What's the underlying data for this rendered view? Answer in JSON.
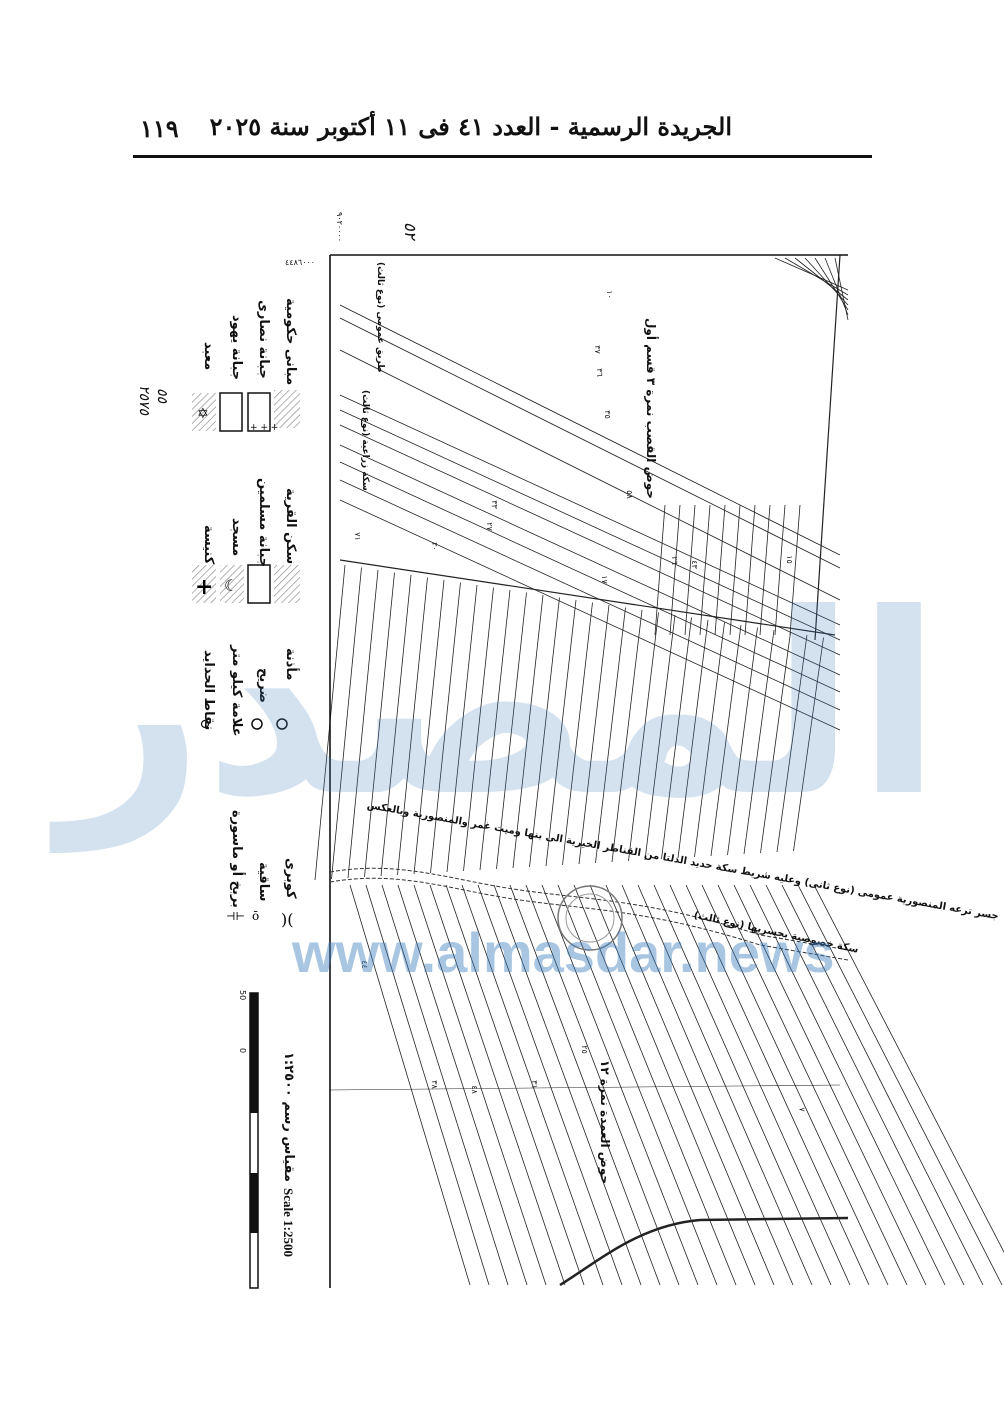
{
  "header": {
    "page_number": "١١٩",
    "title": "الجريدة الرسمية - العدد ٤١ فى ١١ أكتوبر سنة ٢٠٢٥"
  },
  "legend": {
    "government_buildings": "مبانى حكومية",
    "christian_cemetery": "جبانة نصارى",
    "jewish_cemetery": "جبانة يهود",
    "temple": "معبد",
    "village_housing": "سكن القرية",
    "muslim_cemetery": "جبانة مسلمين",
    "mosque": "مسجد",
    "church": "كنيسة",
    "minaret": "مأذنة",
    "shrine": "ضريح",
    "kilometer_mark": "علامة كيلو متر",
    "boundary_points": "نقاط الحدايد",
    "bridge": "كوبرى",
    "waterwheel": "ساقية",
    "culvert": "بربخ أو ماسورة"
  },
  "scale": {
    "arabic_label": "مقياس رسم ١:٢٥٠٠",
    "english_label": "Scale 1:2500",
    "bar_start": "0",
    "bar_end": "50"
  },
  "annotations": {
    "handwritten_ref_top": "٥٥",
    "handwritten_ref_bottom": "٢٥٧٥",
    "handwritten_map": "٥٢",
    "coord_north": "٩٠٢٠٠٠٠",
    "coord_east": "٤٤٨٦٠٠٠"
  },
  "map_labels": {
    "basin_1": "حوض القصب نمرة ٣ قسم أول",
    "basin_2": "حوض العمدة نمرة ١٢",
    "canal_bank": "جسر ترعه المنصورية عمومى (نوع ثانى) وعليه شريط سكة حديد الدلتا من القناطر الخيرية الى بنها وميت غمر والمنصورية وبالعكس",
    "private_road": "سكة خصوصية بجسريها (نوع ثالث)",
    "public_road": "طريق عمومى (نوع ثالث)",
    "agri_road": "سكة زراعية (نوع ثالث)"
  },
  "parcels": [
    "١٠",
    "٣٧",
    "٣٦",
    "٣٥",
    "٥٨",
    "٣٣",
    "٢٧",
    "٢٠",
    "٧١",
    "١٥",
    "٤٣",
    "٢٦",
    "٤٨",
    "١٧",
    "٣٨",
    "٣١",
    "٢٥",
    "٤٤",
    "٧"
  ],
  "watermark": {
    "logo_text": "المصدر",
    "url": "www.almasdar.news"
  }
}
